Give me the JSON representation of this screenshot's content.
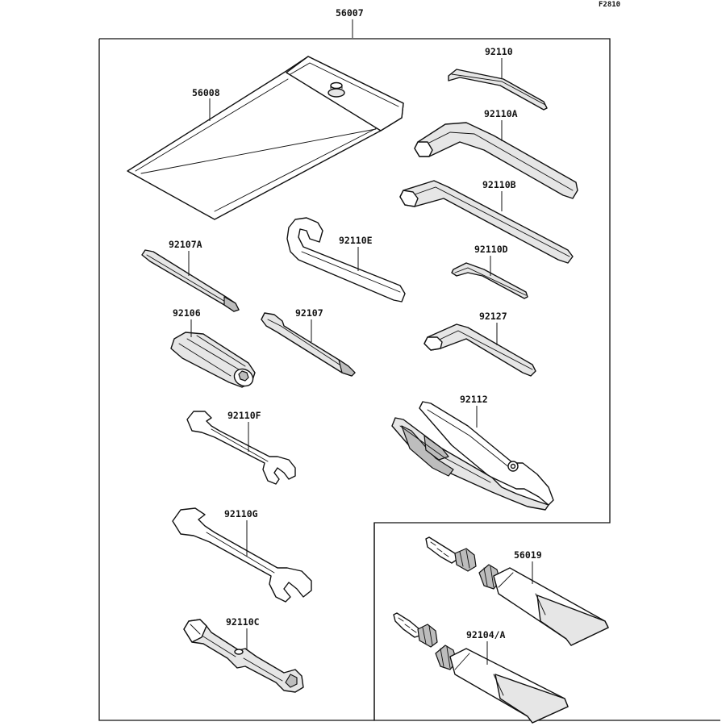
{
  "figure_code": "F2810",
  "kit_number": "56007",
  "parts": {
    "pouch": "56008",
    "hex_92110": "92110",
    "hex_92110A": "92110A",
    "hex_92110B": "92110B",
    "hex_92110D": "92110D",
    "hex_92127": "92127",
    "screwdriver_92107A": "92107A",
    "hook_wrench": "92110E",
    "handle": "92106",
    "screwdriver_92107": "92107",
    "wrench_F": "92110F",
    "wrench_G": "92110G",
    "plug_wrench": "92110C",
    "pliers": "92112",
    "tube_56019": "56019",
    "tube_92104": "92104/A"
  }
}
